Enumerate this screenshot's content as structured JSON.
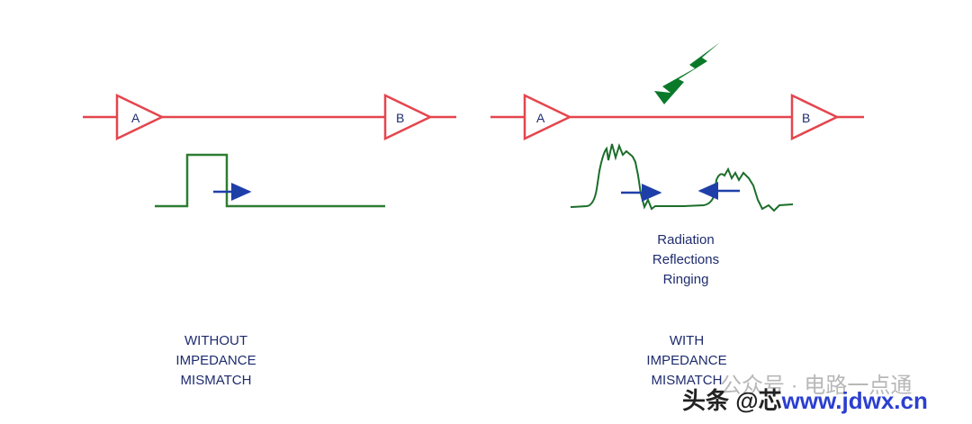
{
  "colors": {
    "line": "#e5454d",
    "signal": "#2e7d32",
    "arrow": "#1f3fa8",
    "lightning": "#0a7a2a",
    "text": "#1e2c6e"
  },
  "left": {
    "driver_label": "A",
    "receiver_label": "B",
    "caption": [
      "WITHOUT",
      "IMPEDANCE",
      "MISMATCH"
    ]
  },
  "right": {
    "driver_label": "A",
    "receiver_label": "B",
    "effects": [
      "Radiation",
      "Reflections",
      "Ringing"
    ],
    "caption": [
      "WITH",
      "IMPEDANCE",
      "MISMATCH"
    ],
    "icon": "lightning-bolt-icon"
  },
  "watermark": {
    "line1": "公众号 · 电路一点通",
    "line2_prefix": "头条 @芯",
    "line2_url": "www.jdwx.cn"
  }
}
